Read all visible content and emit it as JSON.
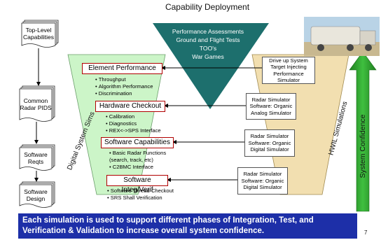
{
  "title": "Capability Deployment",
  "left_documents": [
    {
      "label": "Top-Level Capabilities"
    },
    {
      "label": "Common Radar PIDS"
    },
    {
      "label": "Software Reqts"
    },
    {
      "label": "Software Design"
    }
  ],
  "triangle_text": [
    "Performance Assessments",
    "Ground and Flight Tests",
    "TOO's",
    "War Games"
  ],
  "left_side_label": "Digital System Sims",
  "right_side_label": "HWIL Simulations",
  "confidence_label": "System Confidence",
  "phases": [
    {
      "title": "Element Performance",
      "bullets": [
        "Throughput",
        "Algorithm Performance",
        "Discrimination"
      ]
    },
    {
      "title": "Hardware Checkout",
      "bullets": [
        "Calibration",
        "Diagnostics",
        "REX<->SPS Interface"
      ]
    },
    {
      "title": "Software Capabilities",
      "bullets": [
        "Basic Radar Functions (search, track, etc)",
        "C2BMC Interface"
      ]
    },
    {
      "title": "Software Integ/Verif",
      "bullets": [
        "Software Thread Checkout",
        "SRS Shall Verification"
      ]
    }
  ],
  "simulators": [
    {
      "text": "Drive up System Target Injecting Performance Simulator"
    },
    {
      "text": "Radar Simulator Software: Organic Analog Simulator"
    },
    {
      "text": "Radar Simulator Software: Organic Digital Simulator"
    },
    {
      "text": "Radar Simulator Software: Organic Digital Simulator"
    }
  ],
  "banner": "Each simulation is used to support different phases of Integration, Test, and Verification & Validation to increase overall system confidence.",
  "page_number": "7",
  "colors": {
    "left_panel": "#ccf5c8",
    "right_panel": "#f2dfb0",
    "triangle": "#1d6f6d",
    "phase_border": "#b00000",
    "banner": "#1d2fa8",
    "confidence_arrow": "#2a9a2a"
  }
}
